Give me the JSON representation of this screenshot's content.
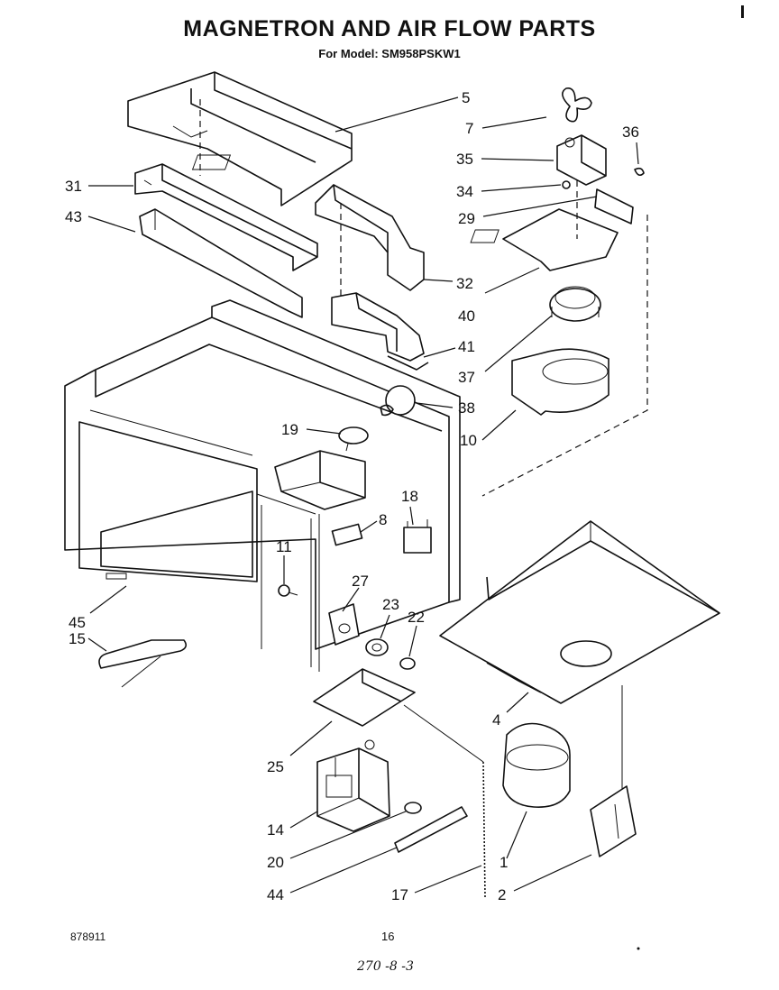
{
  "header": {
    "title": "MAGNETRON AND AIR FLOW PARTS",
    "subtitle": "For Model: SM958PSKW1"
  },
  "footer": {
    "doc_number": "878911",
    "page_number": "16",
    "handwritten": "270 -8 -3"
  },
  "callouts": [
    {
      "id": "c5",
      "text": "5"
    },
    {
      "id": "c7",
      "text": "7"
    },
    {
      "id": "c36",
      "text": "36"
    },
    {
      "id": "c35",
      "text": "35"
    },
    {
      "id": "c34",
      "text": "34"
    },
    {
      "id": "c29",
      "text": "29"
    },
    {
      "id": "c31",
      "text": "31"
    },
    {
      "id": "c43",
      "text": "43"
    },
    {
      "id": "c32",
      "text": "32"
    },
    {
      "id": "c40",
      "text": "40"
    },
    {
      "id": "c41",
      "text": "41"
    },
    {
      "id": "c37",
      "text": "37"
    },
    {
      "id": "c38",
      "text": "38"
    },
    {
      "id": "c10",
      "text": "10"
    },
    {
      "id": "c19",
      "text": "19"
    },
    {
      "id": "c18",
      "text": "18"
    },
    {
      "id": "c8",
      "text": "8"
    },
    {
      "id": "c11",
      "text": "11"
    },
    {
      "id": "c27",
      "text": "27"
    },
    {
      "id": "c23",
      "text": "23"
    },
    {
      "id": "c22",
      "text": "22"
    },
    {
      "id": "c45",
      "text": "45"
    },
    {
      "id": "c15",
      "text": "15"
    },
    {
      "id": "c4",
      "text": "4"
    },
    {
      "id": "c25",
      "text": "25"
    },
    {
      "id": "c14",
      "text": "14"
    },
    {
      "id": "c20",
      "text": "20"
    },
    {
      "id": "c44",
      "text": "44"
    },
    {
      "id": "c17",
      "text": "17"
    },
    {
      "id": "c1",
      "text": "1"
    },
    {
      "id": "c2",
      "text": "2"
    }
  ]
}
